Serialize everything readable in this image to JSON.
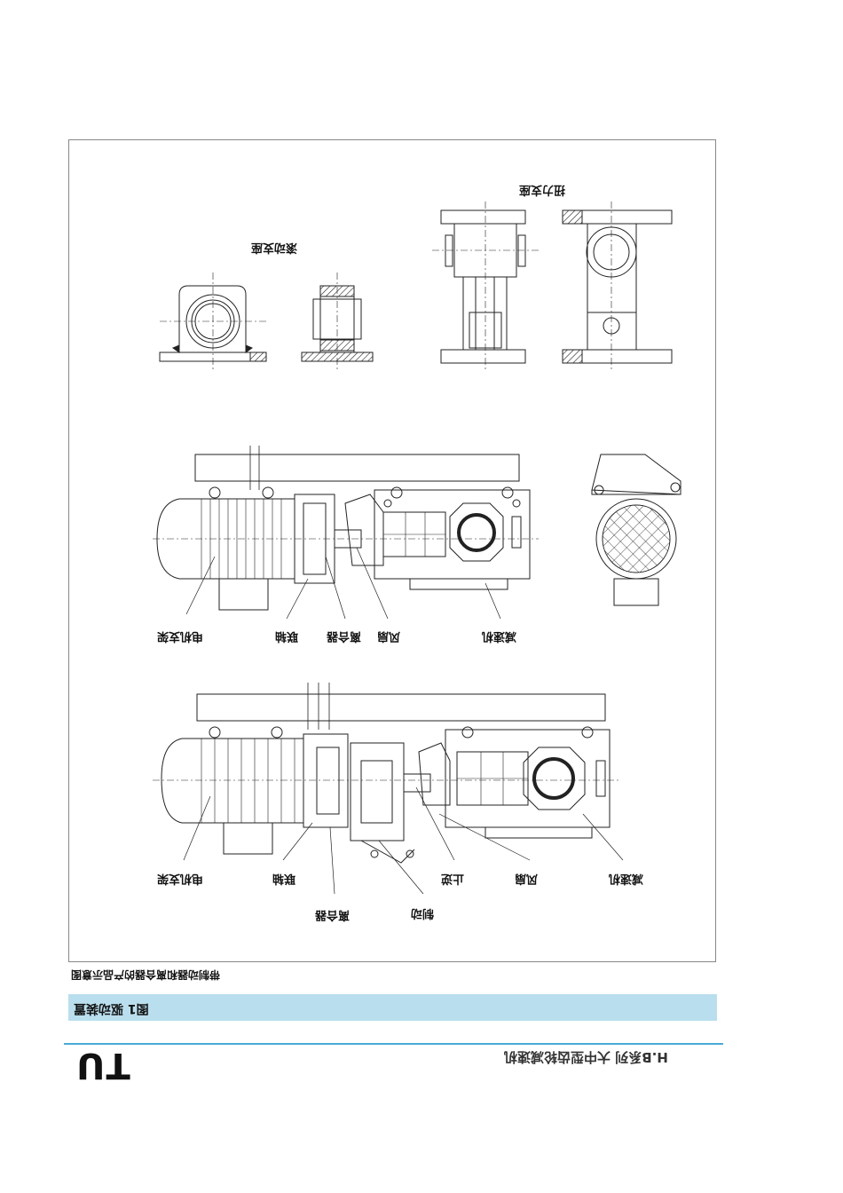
{
  "figure": {
    "labels": {
      "top_left_title": "滚动支座",
      "top_right_title": "扭力支座",
      "motor_1": "电机支架",
      "coupling_1": "联轴",
      "clutch_1": "离合器",
      "fan_1": "风扇",
      "reducer_1": "减速机",
      "motor_2": "电机支架",
      "coupling_2": "联轴",
      "clutch_2": "离合器",
      "brake_2": "制动",
      "stop_2": "止逆",
      "fan_2": "风扇",
      "reducer_2": "减速机"
    }
  },
  "caption": {
    "note": "带制动器和离合器的产品示意图",
    "figure_title": "图1  驱动装置"
  },
  "footer": {
    "page_number": "TU",
    "brand": "H.B系列  大中型齿轮减速机"
  }
}
